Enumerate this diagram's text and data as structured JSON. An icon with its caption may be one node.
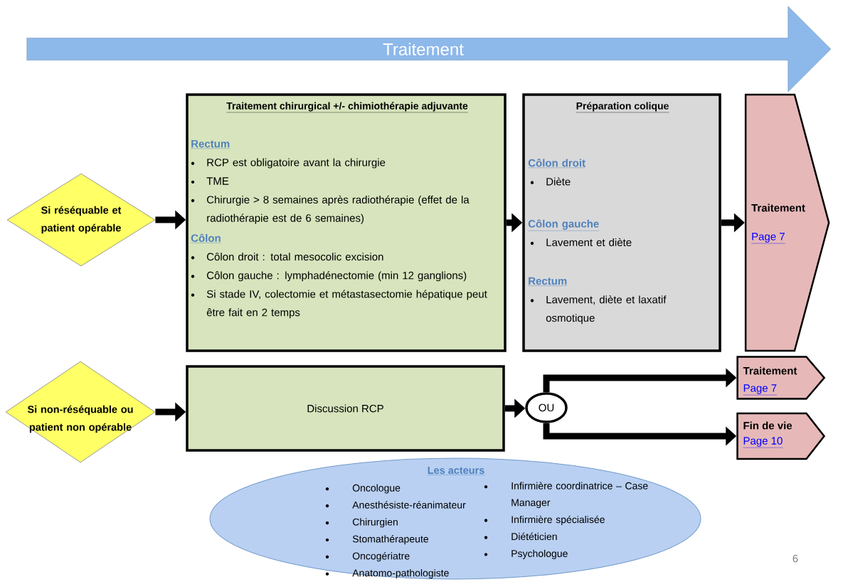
{
  "diagram": {
    "nodes": [
      {
        "text": [
          "Traitement"
        ]
      },
      {
        "text": [
          "Si réséquable et patient opérable"
        ]
      },
      {
        "text": [
          "Traitement chirurgical +/- chimiothérapie adjuvante",
          "Rectum",
          "RCP est obligatoire avant la chirurgie",
          "TME",
          "Chirurgie > 8 semaines après radiothérapie (effet de la radiothérapie est de 6 semaines)",
          "Côlon",
          "Côlon droit : total mesocolic excision",
          "Côlon gauche : lymphadénectomie (min 12 ganglions)",
          "Si stade IV, colectomie et métastasectomie hépatique peut être fait en 2 temps"
        ]
      },
      {
        "text": [
          "Préparation colique",
          "Côlon droit",
          "Diète",
          "Côlon gauche",
          "Lavement et diète",
          "Rectum",
          "Lavement, diète et laxatif osmotique"
        ]
      },
      {
        "text": [
          "Traitement",
          "Page 7"
        ]
      },
      {
        "text": [
          "Si non-réséquable ou patient non opérable"
        ]
      },
      {
        "text": [
          "Discussion RCP"
        ]
      },
      {
        "text": [
          "OU"
        ]
      },
      {
        "text": [
          "Traitement",
          "Page 7"
        ]
      },
      {
        "text": [
          "Fin de vie",
          "Page 10"
        ]
      },
      {
        "text": [
          "Les acteurs",
          "Oncologue",
          "Anesthésiste-réanimateur",
          "Chirurgien",
          "Stomathérapeute",
          "Oncogériatre",
          "Anatomo-pathologiste",
          "Infirmière coordinatrice – Case Manager",
          "Infirmière spécialisée",
          "Diététicien",
          "Psychologue"
        ]
      }
    ],
    "edges": [
      {
        "from": 1,
        "to": 2,
        "arrow": "to"
      },
      {
        "from": 2,
        "to": 3,
        "arrow": "to"
      },
      {
        "from": 3,
        "to": 4,
        "arrow": "to"
      },
      {
        "from": 5,
        "to": 6,
        "arrow": "to"
      },
      {
        "from": 6,
        "to": 7,
        "arrow": "to"
      },
      {
        "from": 7,
        "to": 8,
        "arrow": "to"
      },
      {
        "from": 7,
        "to": 9,
        "arrow": "to"
      }
    ],
    "labels": [
      "6"
    ]
  }
}
